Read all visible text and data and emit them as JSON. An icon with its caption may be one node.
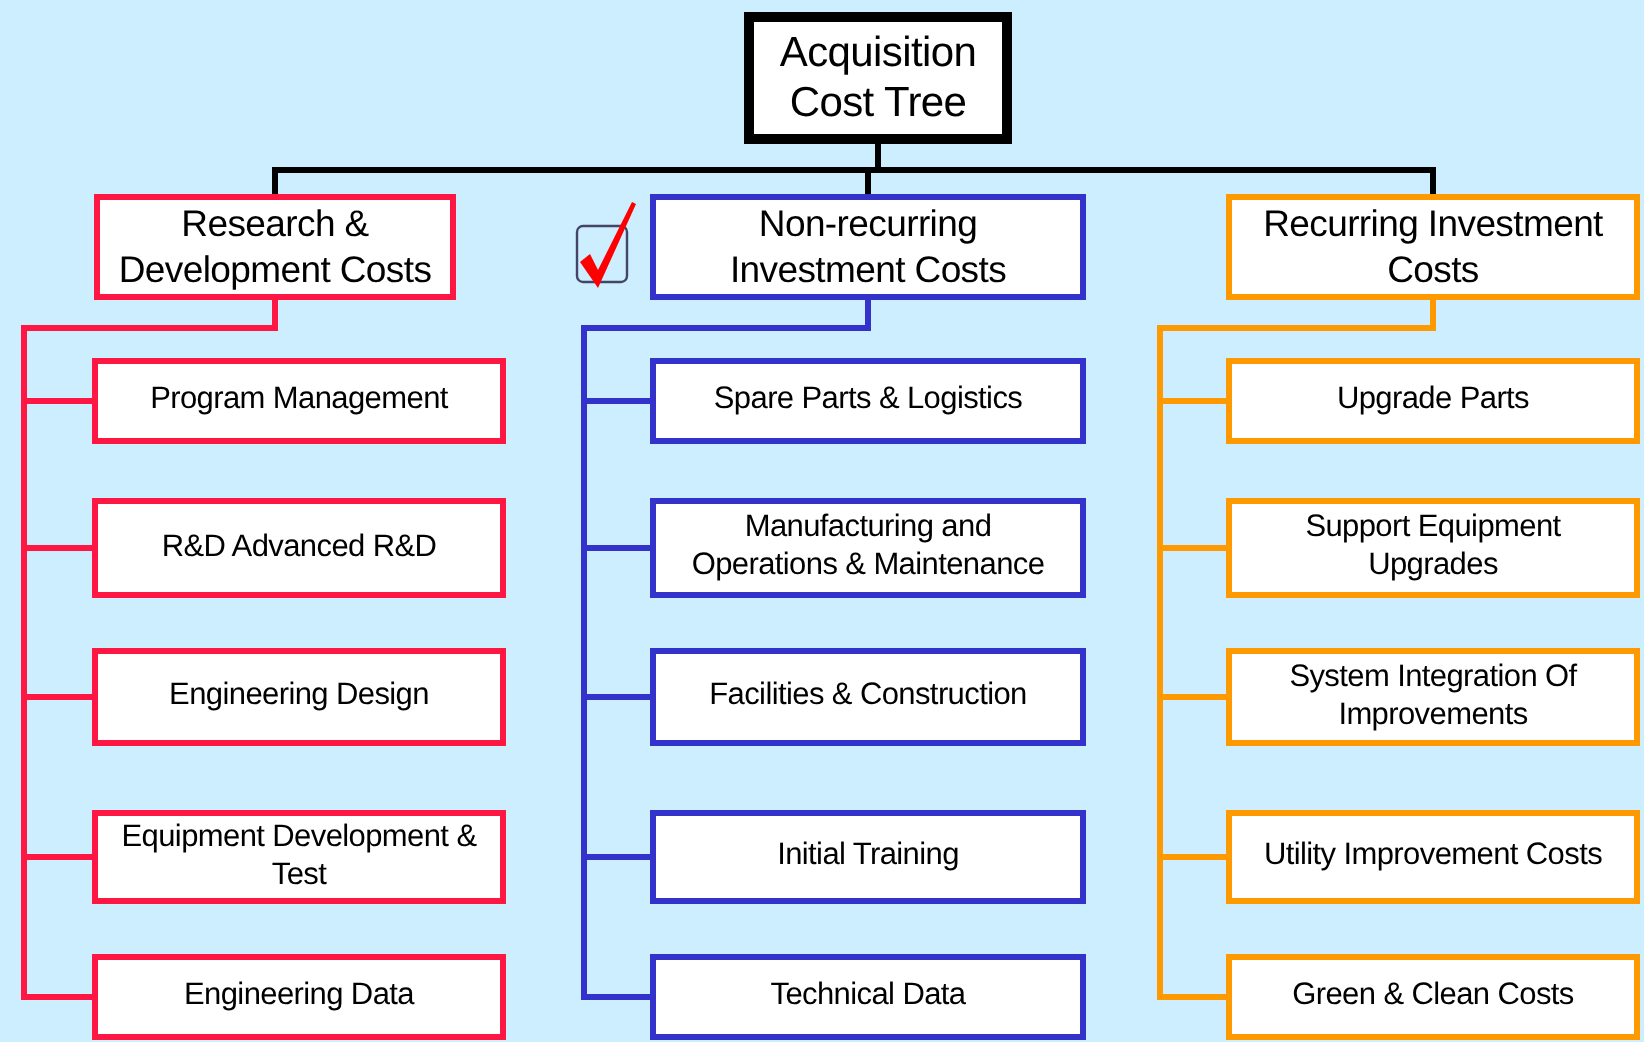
{
  "diagram": {
    "nodes": [
      {
        "text": [
          "Acquisition Cost Tree"
        ]
      },
      {
        "text": [
          "Research & Development Costs"
        ]
      },
      {
        "text": [
          "Non-recurring Investment Costs"
        ]
      },
      {
        "text": [
          "Recurring Investment Costs"
        ]
      },
      {
        "text": [
          "Program Management"
        ]
      },
      {
        "text": [
          "R&D Advanced R&D"
        ]
      },
      {
        "text": [
          "Engineering Design"
        ]
      },
      {
        "text": [
          "Equipment Development & Test"
        ]
      },
      {
        "text": [
          "Engineering Data"
        ]
      },
      {
        "text": [
          "Spare Parts & Logistics"
        ]
      },
      {
        "text": [
          "Manufacturing and Operations & Maintenance"
        ]
      },
      {
        "text": [
          "Facilities & Construction"
        ]
      },
      {
        "text": [
          "Initial Training"
        ]
      },
      {
        "text": [
          "Technical Data"
        ]
      },
      {
        "text": [
          "Upgrade Parts"
        ]
      },
      {
        "text": [
          "Support Equipment Upgrades"
        ]
      },
      {
        "text": [
          "System Integration Of Improvements"
        ]
      },
      {
        "text": [
          "Utility Improvement Costs"
        ]
      },
      {
        "text": [
          "Green & Clean Costs"
        ]
      }
    ],
    "edges": [
      {
        "from": 0,
        "to": 1,
        "arrow": "none",
        "color": "#000000"
      },
      {
        "from": 0,
        "to": 2,
        "arrow": "none",
        "color": "#000000"
      },
      {
        "from": 0,
        "to": 3,
        "arrow": "none",
        "color": "#000000"
      },
      {
        "from": 1,
        "to": 4,
        "arrow": "none",
        "color": "#ff1744"
      },
      {
        "from": 1,
        "to": 5,
        "arrow": "none",
        "color": "#ff1744"
      },
      {
        "from": 1,
        "to": 6,
        "arrow": "none",
        "color": "#ff1744"
      },
      {
        "from": 1,
        "to": 7,
        "arrow": "none",
        "color": "#ff1744"
      },
      {
        "from": 1,
        "to": 8,
        "arrow": "none",
        "color": "#ff1744"
      },
      {
        "from": 2,
        "to": 9,
        "arrow": "none",
        "color": "#3333cc"
      },
      {
        "from": 2,
        "to": 10,
        "arrow": "none",
        "color": "#3333cc"
      },
      {
        "from": 2,
        "to": 11,
        "arrow": "none",
        "color": "#3333cc"
      },
      {
        "from": 2,
        "to": 12,
        "arrow": "none",
        "color": "#3333cc"
      },
      {
        "from": 2,
        "to": 13,
        "arrow": "none",
        "color": "#3333cc"
      },
      {
        "from": 3,
        "to": 14,
        "arrow": "none",
        "color": "#ff9900"
      },
      {
        "from": 3,
        "to": 15,
        "arrow": "none",
        "color": "#ff9900"
      },
      {
        "from": 3,
        "to": 16,
        "arrow": "none",
        "color": "#ff9900"
      },
      {
        "from": 3,
        "to": 17,
        "arrow": "none",
        "color": "#ff9900"
      },
      {
        "from": 3,
        "to": 18,
        "arrow": "none",
        "color": "#ff9900"
      }
    ]
  }
}
